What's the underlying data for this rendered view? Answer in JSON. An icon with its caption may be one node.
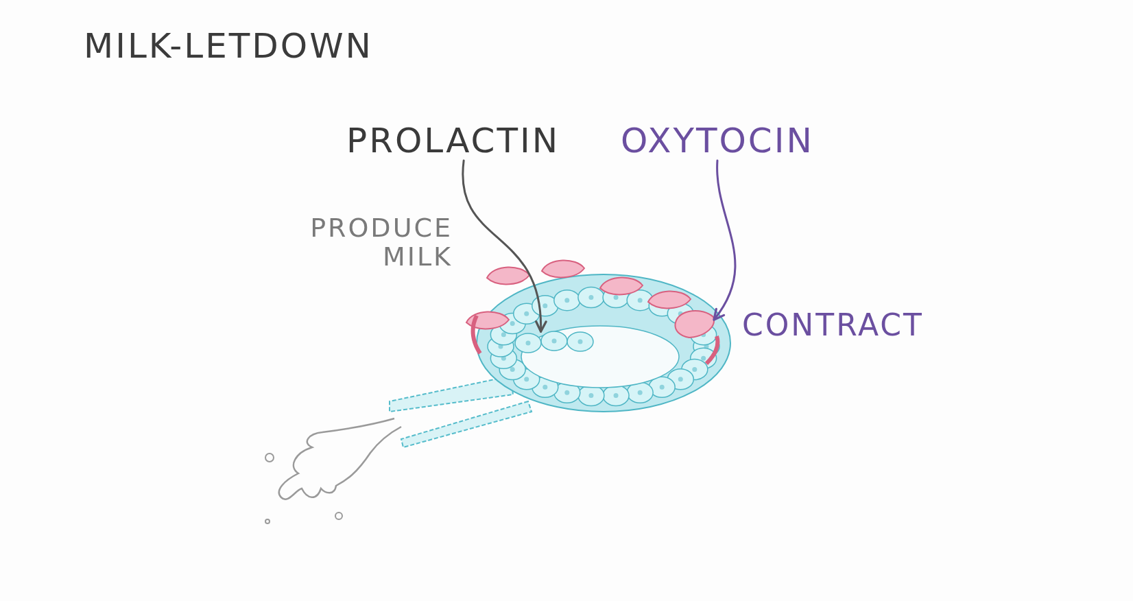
{
  "diagram": {
    "title": "MILK-LETDOWN",
    "nodes": [
      {
        "text": [
          "PROLACTIN"
        ]
      },
      {
        "text": [
          "OXYTOCIN"
        ]
      },
      {
        "text": [],
        "shape": "picture"
      },
      {
        "text": [],
        "shape": "picture"
      }
    ],
    "edges": [
      {
        "from": 0,
        "to": 2,
        "arrow": "to"
      },
      {
        "from": 1,
        "to": 3,
        "arrow": "to",
        "color": "#6b4fa0"
      }
    ],
    "labels": [
      "PRODUCE MILK",
      "CONTRACT"
    ]
  }
}
